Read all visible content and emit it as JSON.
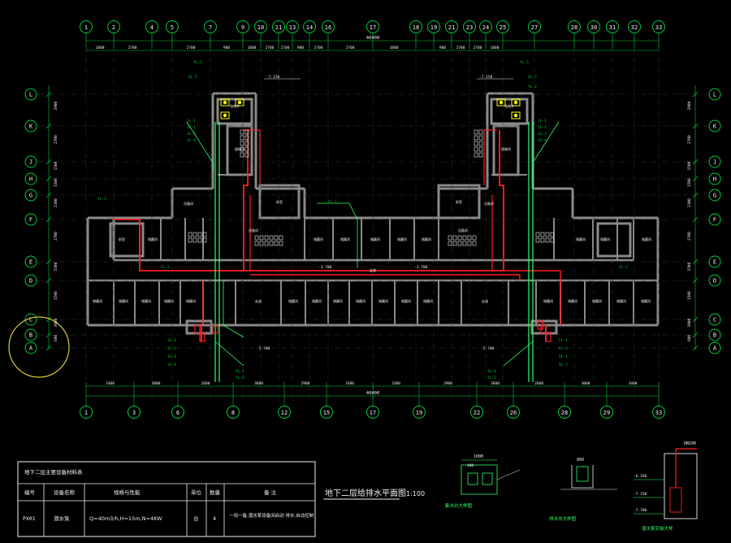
{
  "axes": {
    "top_labels": [
      "1",
      "2",
      "4",
      "5",
      "7",
      "9",
      "10",
      "11",
      "13",
      "14",
      "16",
      "17",
      "18",
      "19",
      "21",
      "23",
      "24",
      "25",
      "27",
      "28",
      "30",
      "31",
      "32",
      "33"
    ],
    "bottom_labels": [
      "1",
      "3",
      "6",
      "8",
      "12",
      "15",
      "17",
      "19",
      "22",
      "26",
      "28",
      "29",
      "33"
    ],
    "row_labels": [
      "L",
      "K",
      "J",
      "H",
      "G",
      "F",
      "E",
      "D",
      "C",
      "B",
      "A"
    ],
    "top_overall_dim": "40400",
    "bottom_overall_dim": "40400",
    "top_dims": [
      "1800",
      "2700",
      "2700",
      "900",
      "1800",
      "2700",
      "2700",
      "900",
      "2700",
      "2700",
      "1800",
      "900",
      "2700",
      "2700",
      "1800"
    ],
    "bottom_dims": [
      "3400",
      "3000",
      "2600",
      "3600",
      "2900",
      "3300",
      "3300",
      "2900",
      "3600",
      "2600",
      "3000",
      "3400"
    ],
    "side_dims": [
      "2900",
      "2700",
      "1500",
      "1500",
      "2100",
      "2700",
      "1500",
      "1500",
      "3900",
      "600"
    ]
  },
  "table": {
    "title": "地下二层主要设备材料表",
    "headers": [
      "编号",
      "设备名称",
      "规格与性能",
      "单位",
      "数量",
      "备 注"
    ],
    "row": [
      "PX01",
      "潜水泵",
      "Q=40m3/h,H=15m,N=4KW",
      "台",
      "4",
      "一用一备,潜水泵设备间启动 排水,自动控制"
    ]
  },
  "plan_title": "地下二层给排水平面图",
  "plan_scale": "1:100",
  "labels": {
    "elev": [
      "-7.150",
      "-7.150",
      "-3.700",
      "-3.700",
      "-5.700",
      "-5.700"
    ],
    "risers": [
      "JL-1",
      "JL-2",
      "JL-3",
      "JL-4",
      "FL-1",
      "FL-2",
      "XL-1",
      "XL-2",
      "YL-1",
      "YL-2"
    ],
    "rooms": [
      "电梯井",
      "储藏间",
      "设备间",
      "走道",
      "楼梯间",
      "前室",
      "风井",
      "集水坑"
    ]
  },
  "details": {
    "d1_dims": [
      "1000",
      "400"
    ],
    "d1_note": "集水坑大样图",
    "d2_dim": "800",
    "d2_note": "排水沟大样图",
    "d3_label": "DN100",
    "d3_elev": [
      "-6.350",
      "-7.150",
      "-7.700"
    ],
    "d3_note": "潜水泵安装大样"
  },
  "colors": {
    "wall": "#8a8a8a",
    "axis_green": "#00cc3a",
    "pipe_red": "#ff1f1f",
    "pipe_green": "#33ff66",
    "text_white": "#f0f0f0",
    "equip_yellow": "#ffff00",
    "circle_yellow": "#d6c93a"
  }
}
